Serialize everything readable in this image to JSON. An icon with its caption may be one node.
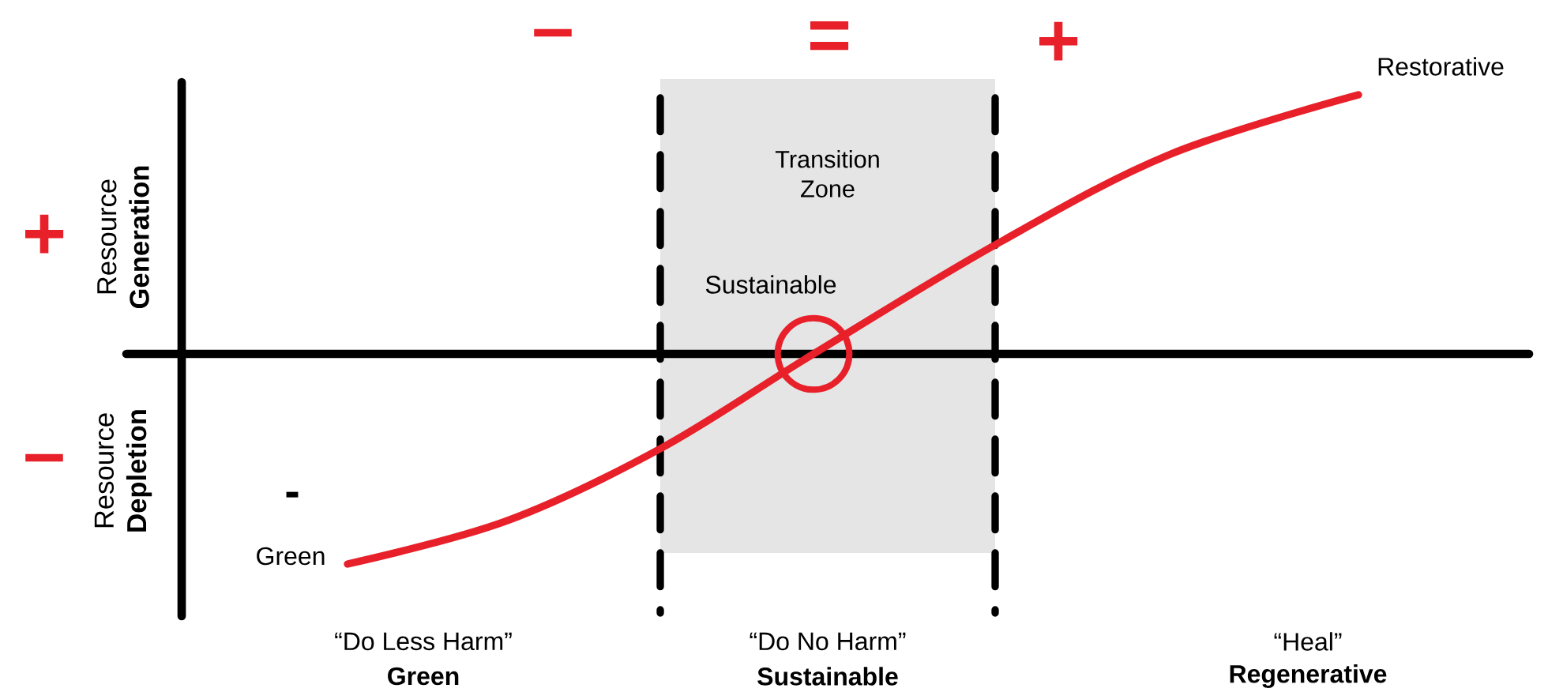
{
  "diagram": {
    "nodes": [
      {
        "text": [
          "Transition Zone"
        ]
      }
    ],
    "labels": [
      "–",
      "=",
      "+",
      "Restorative",
      "+",
      "Resource **Generation**",
      "Sustainable",
      "–",
      "Resource **Depletion**",
      "-",
      "Green",
      "“Do Less Harm”",
      "Green",
      "“Do No Harm”",
      "Sustainable",
      "“Heal”",
      "Regenerative"
    ]
  }
}
